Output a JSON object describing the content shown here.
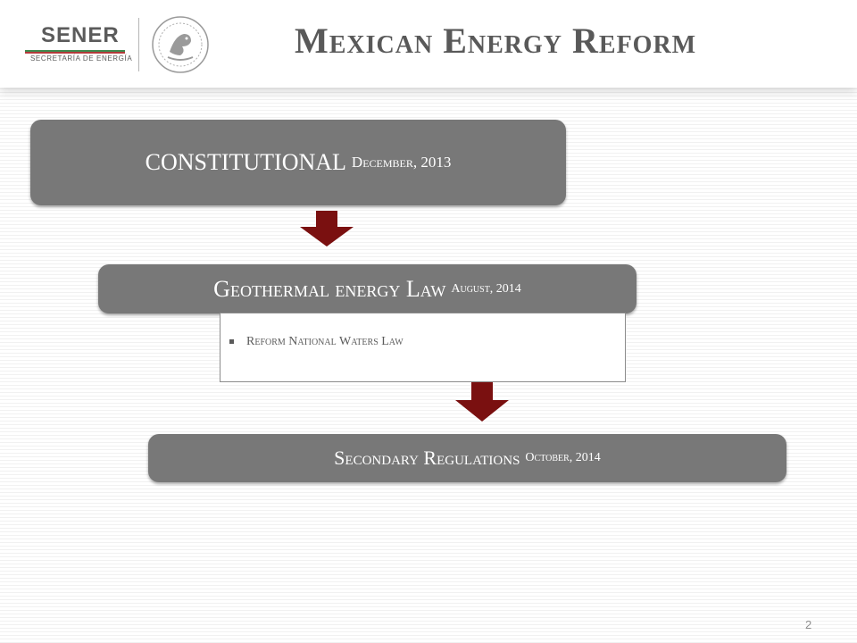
{
  "header": {
    "logo": {
      "name": "SENER",
      "subtitle": "SECRETARÍA DE ENERGÍA"
    },
    "title": "Mexican Energy Reform"
  },
  "steps": [
    {
      "label": "CONSTITUTIONAL",
      "date": "December, 2013"
    },
    {
      "label": "Geothermal energy Law",
      "date": "August, 2014"
    },
    {
      "label": "Secondary Regulations",
      "date": "October, 2014"
    }
  ],
  "note": {
    "items": [
      "Reform National Waters Law"
    ]
  },
  "page_number": "2",
  "colors": {
    "pill": "#787878",
    "arrow": "#7a1010",
    "title": "#595959"
  }
}
